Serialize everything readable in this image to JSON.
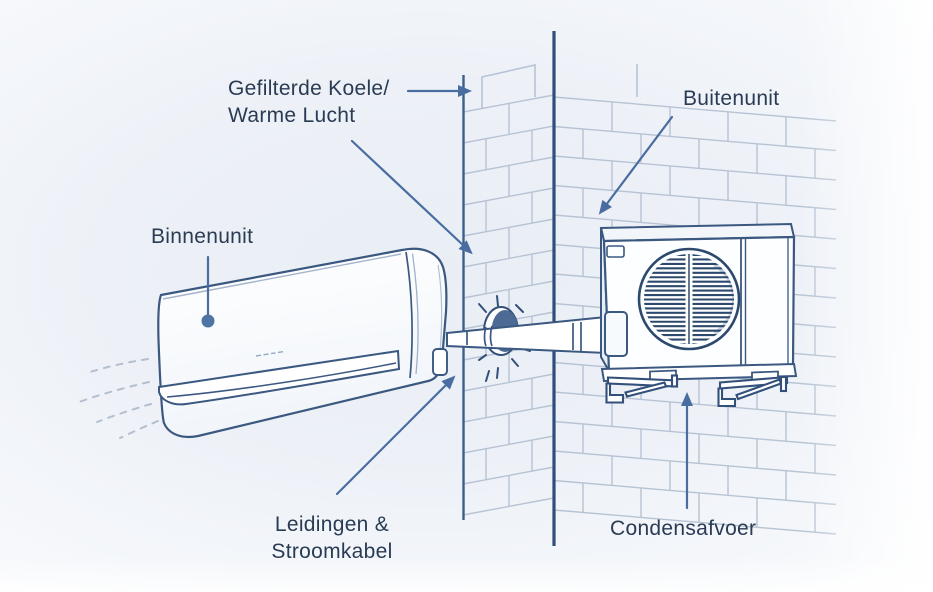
{
  "labels": {
    "filtered_air": {
      "text": "Gefilterde Koele/\nWarme Lucht"
    },
    "indoor_unit": {
      "text": "Binnenunit"
    },
    "outdoor_unit": {
      "text": "Buitenunit"
    },
    "pipes_cable": {
      "text": "Leidingen &\nStroomkabel"
    },
    "condensate_drain": {
      "text": "Condensafvoer"
    }
  },
  "palette": {
    "ink": "#2a3b54",
    "leader": "#4a6da1",
    "outline": "#3b5880",
    "wall_corner": "#2e4e7b",
    "wall_inner": "#3d5f8d",
    "mortar": "#b7c3d4",
    "louver": "#2d4a6e",
    "hole_fill": "#4d6a95",
    "accent_dot": "#4e74a6",
    "background_tint": "#e9eef5"
  }
}
